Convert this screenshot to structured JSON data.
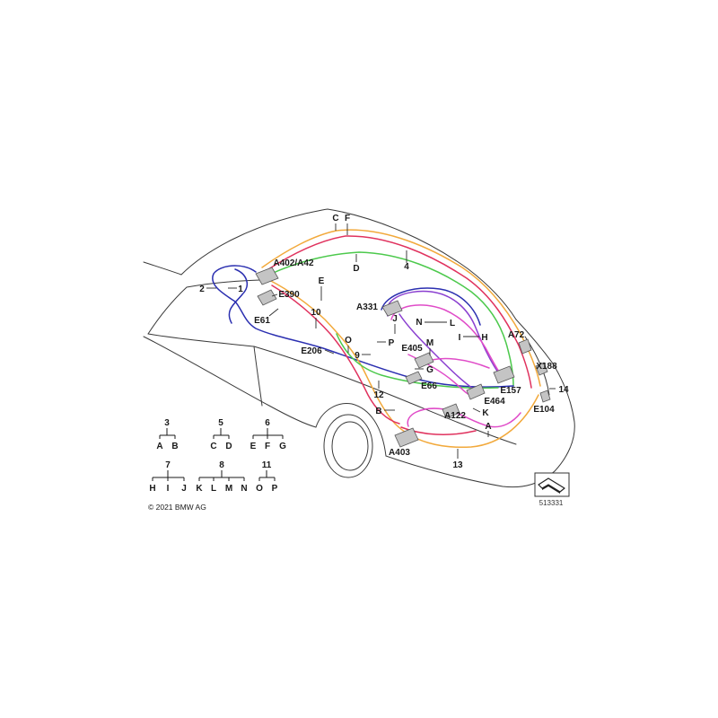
{
  "diagram": {
    "callouts": [
      "C",
      "F",
      "A402/A42",
      "D",
      "4",
      "E",
      "2",
      "1",
      "E390",
      "10",
      "A331",
      "J",
      "N",
      "L",
      "E61",
      "I",
      "H",
      "A72",
      "O",
      "P",
      "E405",
      "M",
      "E206",
      "9",
      "X188",
      "G",
      "E66",
      "E157",
      "14",
      "12",
      "E464",
      "B",
      "K",
      "A122",
      "E104",
      "A",
      "A403",
      "13"
    ],
    "legend": [
      {
        "group": "3",
        "items": [
          "A",
          "B"
        ]
      },
      {
        "group": "5",
        "items": [
          "C",
          "D"
        ]
      },
      {
        "group": "6",
        "items": [
          "E",
          "F",
          "G"
        ]
      },
      {
        "group": "7",
        "items": [
          "H",
          "I",
          "J"
        ]
      },
      {
        "group": "8",
        "items": [
          "K",
          "L",
          "M",
          "N"
        ]
      },
      {
        "group": "11",
        "items": [
          "O",
          "P"
        ]
      }
    ],
    "copyright": "© 2021 BMW AG",
    "diagram_number": "513331",
    "icon": "orientation-arrow-icon"
  },
  "colors": {
    "wire_blue": "#2b2fb0",
    "wire_orange": "#f2a93b",
    "wire_red": "#e0325e",
    "wire_green": "#4cc94c",
    "wire_magenta": "#e04cc8",
    "wire_purple": "#8a3fd0",
    "module_fill": "#c4c4c4"
  }
}
